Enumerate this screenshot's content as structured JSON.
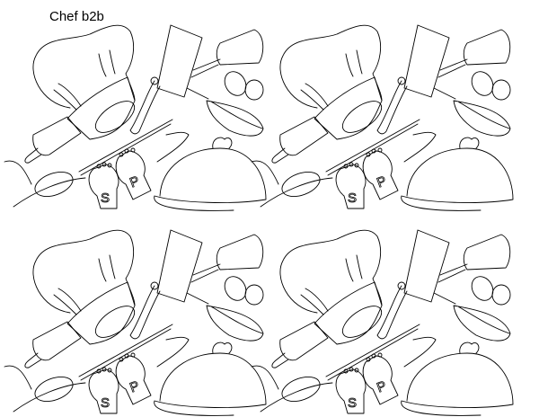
{
  "title": "Chef b2b",
  "pattern": {
    "tile_motifs": [
      "chef-hat",
      "pot",
      "rolling-pin",
      "cleaver",
      "spatula",
      "eggs",
      "whisk",
      "spoon",
      "salt-shaker",
      "pepper-shaker",
      "cloche"
    ],
    "salt_label": "S",
    "pepper_label": "P",
    "repeat": {
      "columns": 2,
      "rows": 2
    },
    "line_color": "#000000",
    "background_color": "#ffffff"
  }
}
